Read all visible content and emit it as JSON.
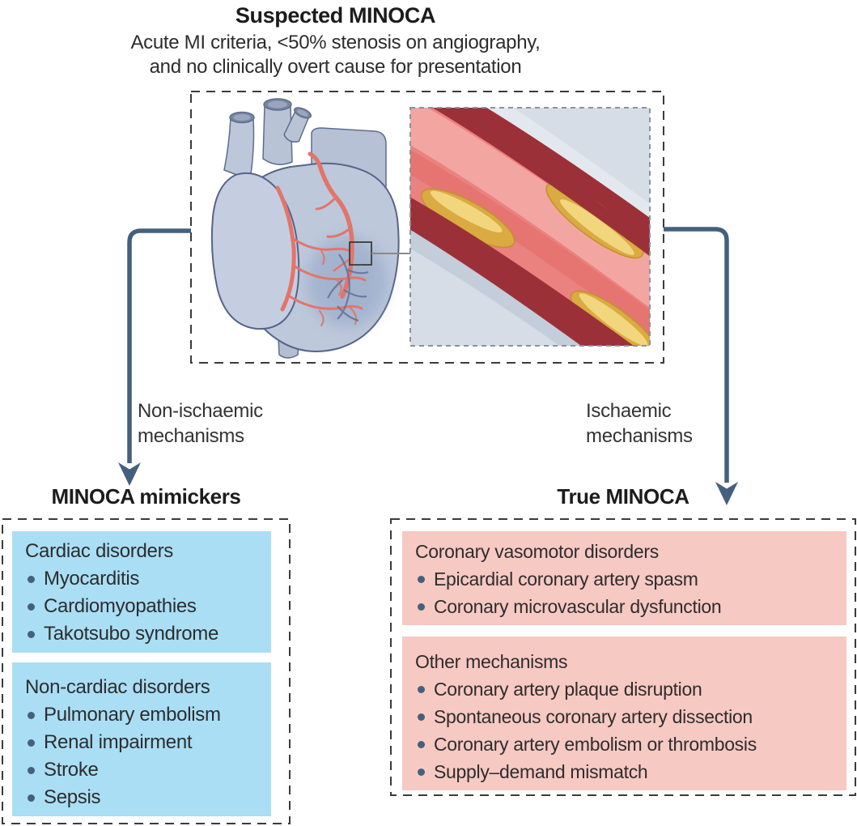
{
  "figure": {
    "title": "Suspected MINOCA",
    "subtitle_line1": "Acute MI criteria, <50% stenosis on angiography,",
    "subtitle_line2": "and no clinically overt cause for presentation"
  },
  "branch_labels": {
    "left": {
      "line1": "Non-ischaemic",
      "line2": "mechanisms"
    },
    "right": {
      "line1": "Ischaemic",
      "line2": "mechanisms"
    }
  },
  "panels": {
    "mimickers": {
      "heading": "MINOCA mimickers",
      "groups": [
        {
          "title": "Cardiac disorders",
          "items": [
            "Myocarditis",
            "Cardiomyopathies",
            "Takotsubo syndrome"
          ]
        },
        {
          "title": "Non-cardiac disorders",
          "items": [
            "Pulmonary embolism",
            "Renal impairment",
            "Stroke",
            "Sepsis"
          ]
        }
      ]
    },
    "true_minoca": {
      "heading": "True MINOCA",
      "groups": [
        {
          "title": "Coronary vasomotor disorders",
          "items": [
            "Epicardial coronary artery spasm",
            "Coronary microvascular dysfunction"
          ]
        },
        {
          "title": "Other mechanisms",
          "items": [
            "Coronary artery plaque disruption",
            "Spontaneous coronary artery dissection",
            "Coronary artery embolism or thrombosis",
            "Supply–demand mismatch"
          ]
        }
      ]
    }
  },
  "illustration": {
    "heart_icon": "heart-with-coronary-arteries",
    "inset_icon": "artery-with-atherosclerotic-plaques"
  },
  "colors": {
    "mimicker_card_bg": "#aadef4",
    "true_minoca_card_bg": "#f7c9c3",
    "arrow": "#44607e",
    "bullet": "#44607e",
    "artery_wall": "#9c3038",
    "artery_lumen": "#ea8280",
    "plaque": "#d9ab41",
    "text": "#2d2d2d"
  }
}
